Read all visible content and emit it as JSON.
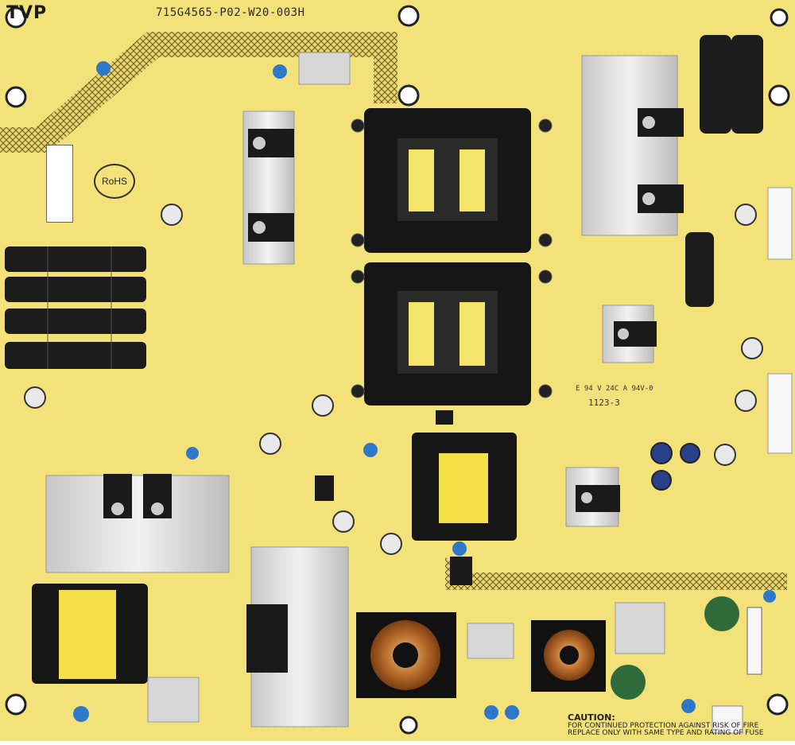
{
  "watermark": "TVP",
  "board": {
    "part_number": "715G4565-P02-W20-003H",
    "rohs_mark": "RoHS",
    "date_code": "1123-3",
    "ul_mark": "E 94 V 24C A 94V-0",
    "caution_title": "CAUTION:",
    "caution_line1": "FOR CONTINUED PROTECTION AGAINST RISK OF FIRE",
    "caution_line2": "REPLACE ONLY WITH SAME TYPE AND RATING OF FUSE"
  },
  "colors": {
    "pcb": "#f3e27a",
    "heatsink": "#dcdcdc",
    "transformer": "#1a1a1a",
    "core": "#f4e04a",
    "capacitor": "#202020",
    "blue_cap": "#2f78c9",
    "coil": "#b86b2a"
  }
}
